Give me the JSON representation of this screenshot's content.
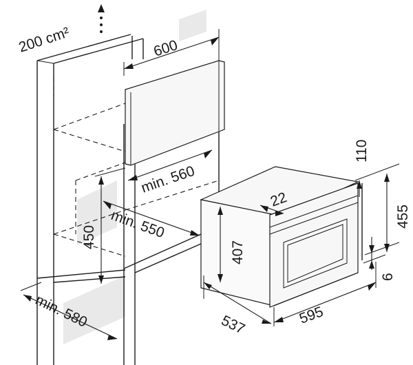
{
  "dimensions": {
    "ventilation": "200 cm²",
    "niche_width": "600",
    "niche_depth_upper": "min. 560",
    "niche_depth_lower": "min. 550",
    "niche_height": "450",
    "cabinet_depth": "min. 580",
    "top_offset": "22",
    "appliance_height": "407",
    "appliance_depth": "537",
    "appliance_width": "595",
    "upper_clearance": "110",
    "overall_height": "455",
    "lower_gap": "6"
  },
  "colors": {
    "line": "#1a1a1a",
    "wall_shadow": "#e9e9e9",
    "background": "#ffffff"
  }
}
